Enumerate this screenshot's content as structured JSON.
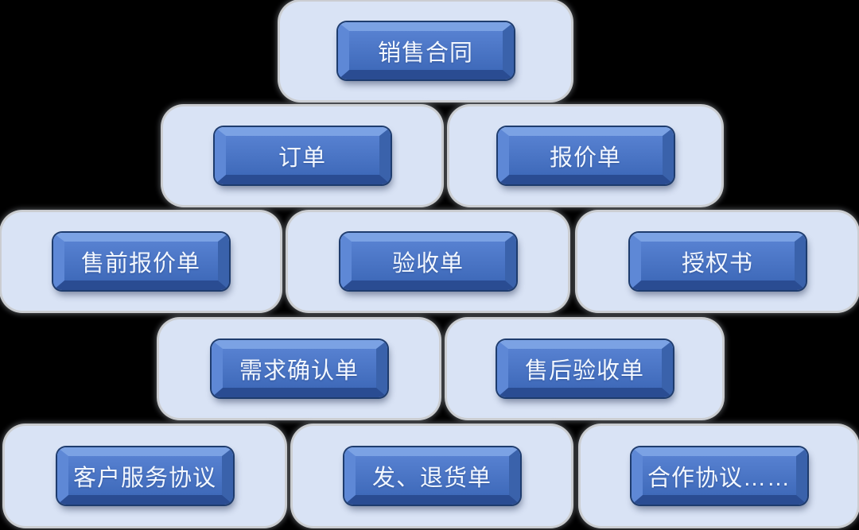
{
  "diagram": {
    "rows": [
      {
        "panels": [
          {
            "label": "销售合同"
          }
        ]
      },
      {
        "panels": [
          {
            "label": "订单"
          },
          {
            "label": "报价单"
          }
        ]
      },
      {
        "panels": [
          {
            "label": "售前报价单"
          },
          {
            "label": "验收单"
          },
          {
            "label": "授权书"
          }
        ]
      },
      {
        "panels": [
          {
            "label": "需求确认单"
          },
          {
            "label": "售后验收单"
          }
        ]
      },
      {
        "panels": [
          {
            "label": "客户服务协议"
          },
          {
            "label": "发、退货单"
          },
          {
            "label": "合作协议……"
          }
        ]
      }
    ],
    "colors": {
      "background": "#000000",
      "panel": "#D9E3F5",
      "button_outline": "#1E3C6E",
      "bevel_top": "#7BA2E4",
      "bevel_left": "#5E88D6",
      "bevel_right": "#3A62AB",
      "bevel_bottom": "#2A4C92",
      "face_top": "#5781D1",
      "face_bottom": "#3F6ABA",
      "button_text": "#F2F7FF"
    }
  }
}
